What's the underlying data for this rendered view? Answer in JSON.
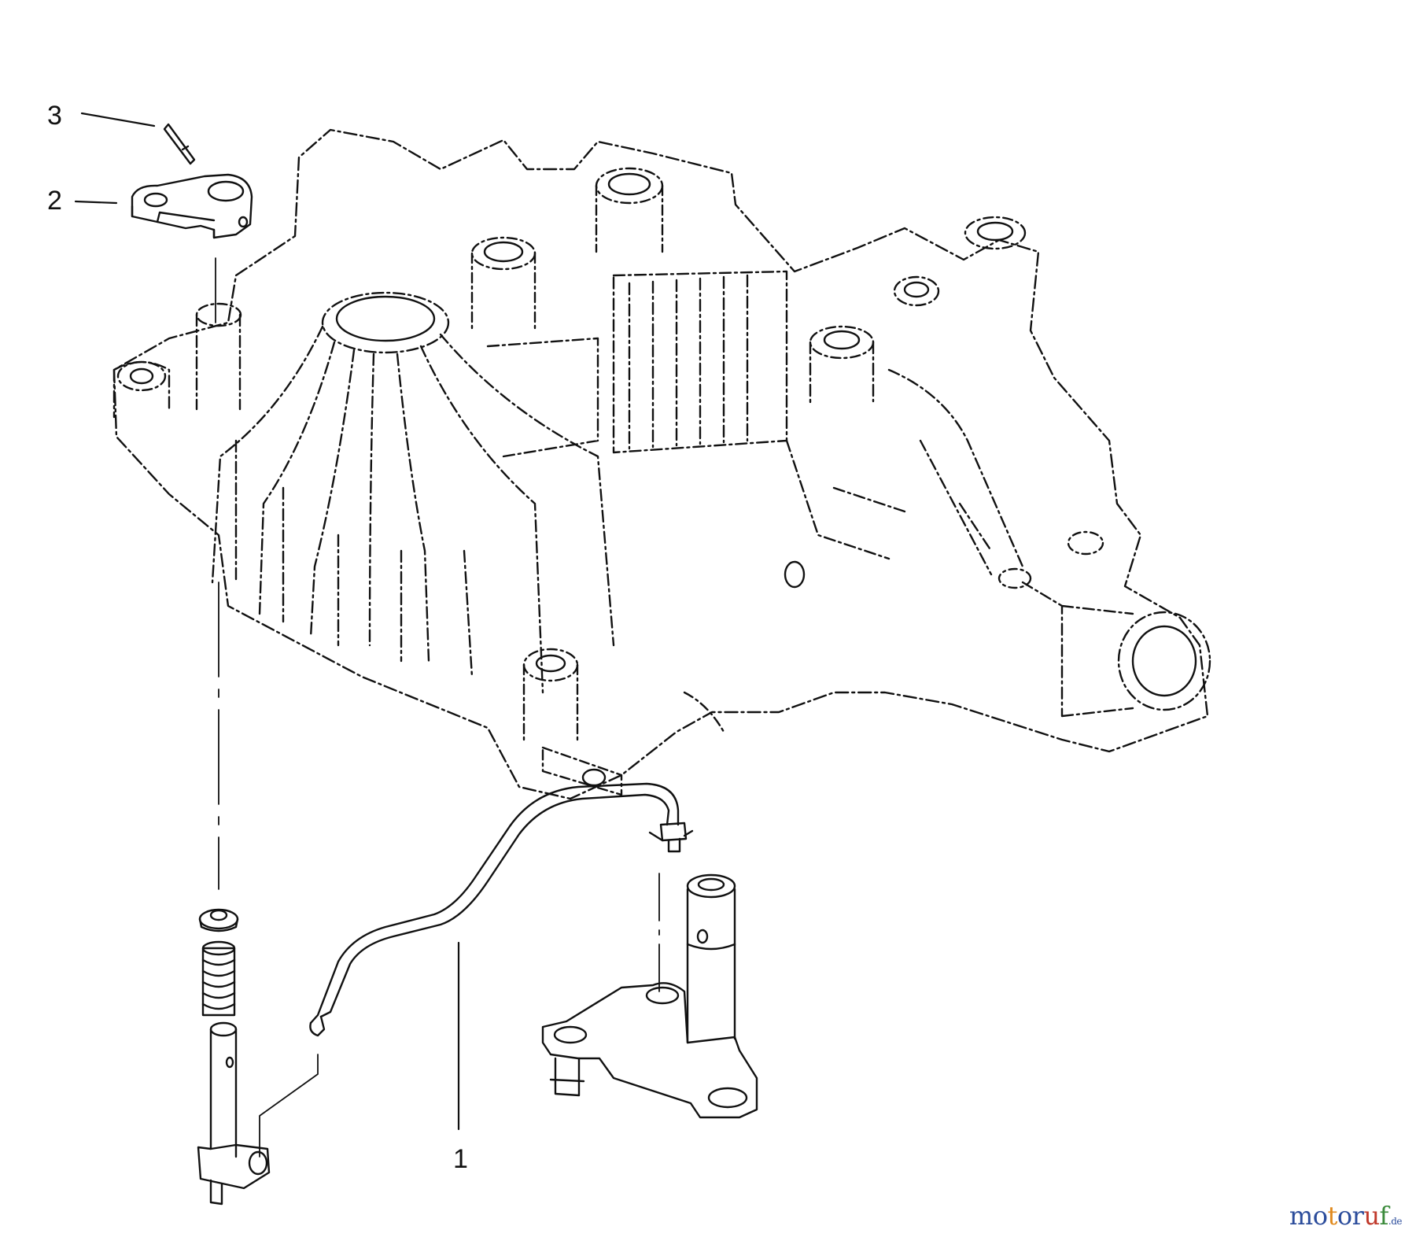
{
  "diagram": {
    "callouts": [
      {
        "id": "3",
        "label": "3"
      },
      {
        "id": "2",
        "label": "2"
      },
      {
        "id": "1",
        "label": "1"
      }
    ]
  },
  "watermark": {
    "letters": [
      "m",
      "o",
      "t",
      "o",
      "r",
      "u",
      "f"
    ],
    "letter_colors": [
      "#2b4c9b",
      "#2b4c9b",
      "#e08a1e",
      "#2b4c9b",
      "#2b4c9b",
      "#c0392b",
      "#3a8a3a"
    ],
    "suffix": ".de",
    "suffix_color": "#2b4c9b"
  }
}
